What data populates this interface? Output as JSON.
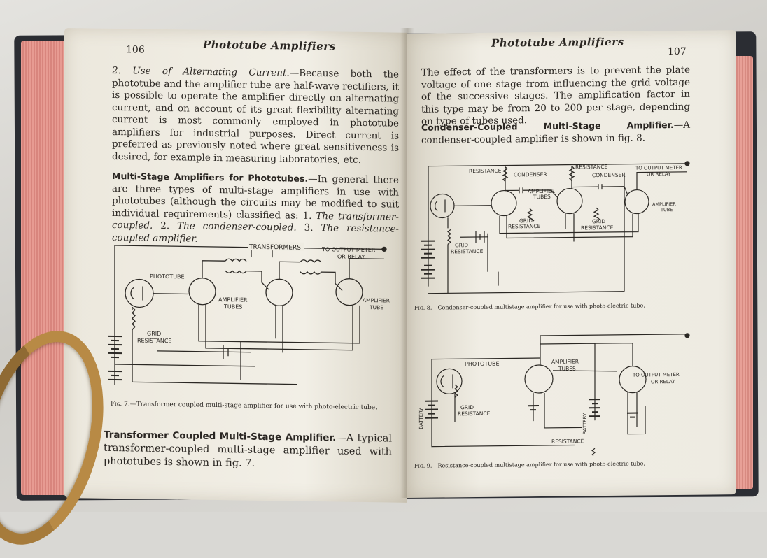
{
  "left_page": {
    "running_head": "Phototube Amplifiers",
    "page_number": "106",
    "para1_lead": "2. Use of Alternating Current.",
    "para1_text": "—Because both the phototube and the amplifier tube are half-wave rectifiers, it is possible to operate the amplifier directly on alternating current, and on account of its great flexibility alternating current is most commonly employed in phototube amplifiers for industrial purposes. Direct current is preferred as previously noted where great sensitiveness is desired, for example in measuring laboratories, etc.",
    "para2_heading": "Multi-Stage Amplifiers for Phototubes.",
    "para2_text": "—In general there are three types of multi-stage amplifiers in use with phototubes (although the circuits may be modified to suit individual requirements) classified as: 1. ",
    "para2_item1": "The transformer-coupled.",
    "para2_mid": " 2. ",
    "para2_item2": "The condenser-coupled.",
    "para2_mid2": " 3. ",
    "para2_item3": "The resistance-coupled amplifier.",
    "fig7": {
      "labels": {
        "transformers": "TRANSFORMERS",
        "output_1": "TO OUTPUT METER",
        "output_2": "OR RELAY",
        "phototube": "PHOTOTUBE",
        "amplifier_1": "AMPLIFIER",
        "tubes": "TUBES",
        "amplifier_tube_1": "AMPLIFIER",
        "amplifier_tube_2": "TUBE",
        "grid": "GRID",
        "resistance": "RESISTANCE"
      },
      "caption_fig": "Fig. 7.",
      "caption_text": "—Transformer coupled multi-stage amplifier for use with photo-electric tube."
    },
    "para3_heading": "Transformer Coupled Multi-Stage Amplifier.",
    "para3_text": "—A typical transformer-coupled multi-stage amplifier used with phototubes is shown in fig. 7."
  },
  "right_page": {
    "running_head": "Phototube Amplifiers",
    "page_number": "107",
    "para1_text": "The effect of the transformers is to prevent the plate voltage of one stage from influencing the grid voltage of the successive stages. The amplification factor in this type may be from 20 to 200 per stage, depending on type of tubes used.",
    "para2_heading": "Condenser-Coupled Multi-Stage Amplifier.",
    "para2_text": "—A condenser-coupled amplifier is shown in fig. 8.",
    "fig8": {
      "labels": {
        "resistance_a": "RESISTANCE",
        "condenser_a": "CONDENSER",
        "resistance_b": "RESISTANCE",
        "condenser_b": "CONDENSER",
        "output_1": "TO OUTPUT METER",
        "output_2": "OR RELAY",
        "amplifier": "AMPLIFIER",
        "tubes": "TUBES",
        "amplifier_tube_1": "AMPLIFIER",
        "amplifier_tube_2": "TUBE",
        "grid_a": "GRID",
        "resistance_c": "RESISTANCE",
        "grid_b": "GRID",
        "resistance_d": "RESISTANCE",
        "grid_c": "GRID",
        "resistance_e": "RESISTANCE"
      },
      "caption_fig": "Fig. 8.",
      "caption_text": "—Condenser-coupled multistage amplifier for use with photo-electric tube."
    },
    "fig9": {
      "labels": {
        "output_1": "TO OUTPUT METER",
        "output_2": "OR RELAY",
        "phototube": "PHOTOTUBE",
        "amplifier": "AMPLIFIER",
        "tubes": "TUBES",
        "battery_a": "BATTERY",
        "battery_b": "BATTERY",
        "grid": "GRID",
        "resistance_a": "RESISTANCE",
        "resistance_b": "RESISTANCE"
      },
      "caption_fig": "Fig. 9.",
      "caption_text": "—Resistance-coupled multistage amplifier for use with photo-electric tube."
    }
  },
  "colors": {
    "paper": "#efece2",
    "ink": "#2a2622",
    "page_edge": "#e79b92",
    "cover": "#2b2d33"
  }
}
